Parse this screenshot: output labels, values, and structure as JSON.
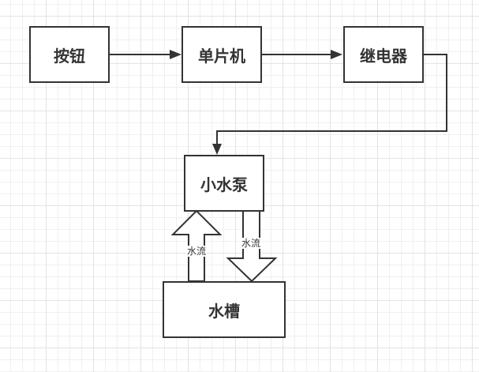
{
  "diagram": {
    "nodes": [
      {
        "id": "button",
        "label": "按钮"
      },
      {
        "id": "mcu",
        "label": "单片机"
      },
      {
        "id": "relay",
        "label": "继电器"
      },
      {
        "id": "pump",
        "label": "小水泵"
      },
      {
        "id": "tank",
        "label": "水槽"
      }
    ],
    "edges": [
      {
        "from": "button",
        "to": "mcu",
        "label": ""
      },
      {
        "from": "mcu",
        "to": "relay",
        "label": ""
      },
      {
        "from": "relay",
        "to": "pump",
        "label": ""
      },
      {
        "from": "tank",
        "to": "pump",
        "label": "水流"
      },
      {
        "from": "pump",
        "to": "tank",
        "label": "水流"
      }
    ]
  },
  "colors": {
    "stroke": "#333333",
    "grid_major": "#e3e3e3",
    "grid_minor": "#f0f0f0",
    "background": "#ffffff"
  }
}
